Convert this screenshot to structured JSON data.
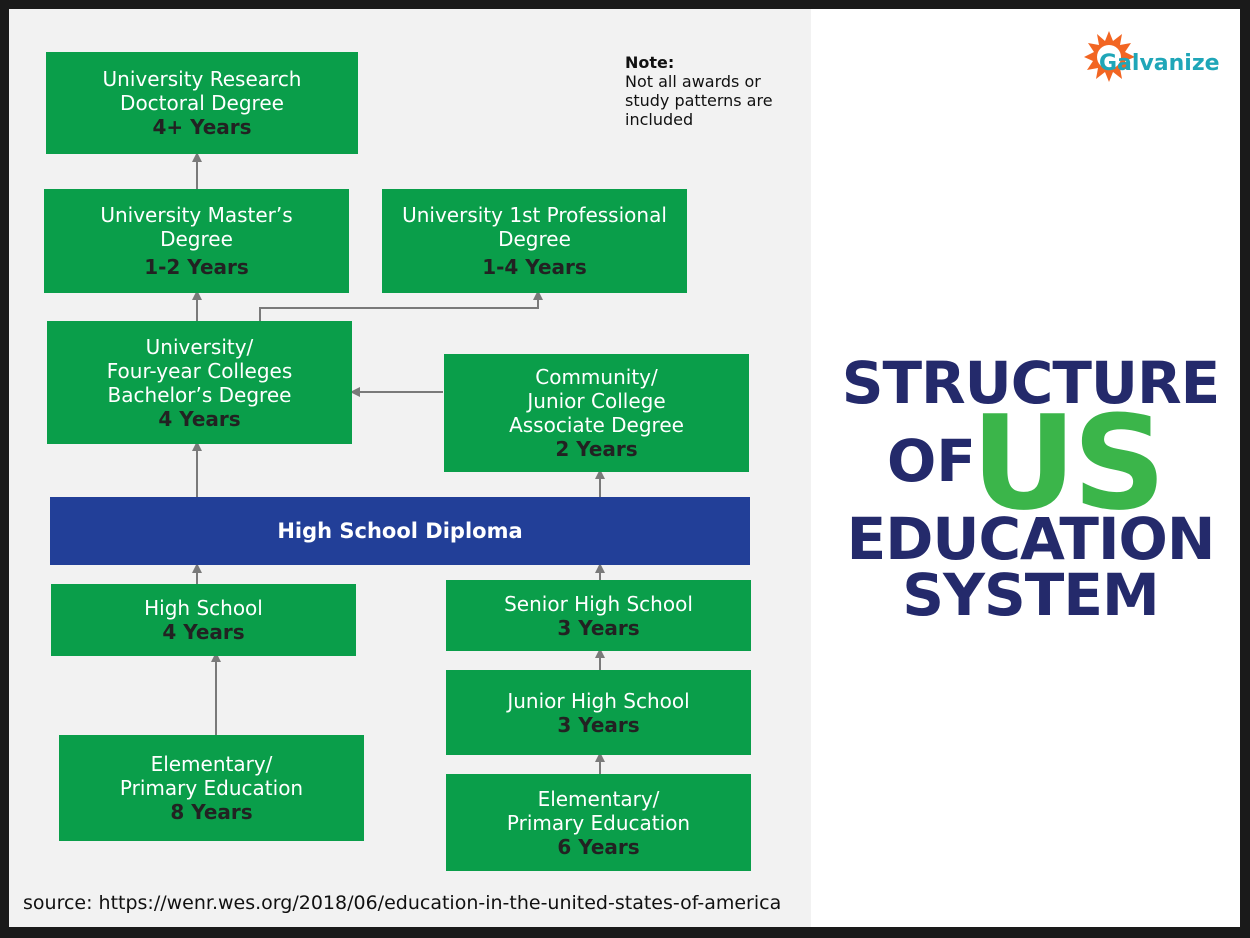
{
  "logo": {
    "text": "Galvanize"
  },
  "note": {
    "heading": "Note:",
    "lines": [
      "Not all awards or",
      "study patterns are",
      "included"
    ]
  },
  "title": {
    "line1": "STRUCTURE",
    "of": "OF",
    "us": "US",
    "line3": "EDUCATION",
    "line4": "SYSTEM"
  },
  "diploma": "High School Diploma",
  "boxes": {
    "doctoral": {
      "lines": [
        "University Research",
        "Doctoral Degree"
      ],
      "years": "4+ Years"
    },
    "masters": {
      "lines": [
        "University Master’s",
        "Degree"
      ],
      "years": "1-2 Years"
    },
    "professional": {
      "lines": [
        "University 1st Professional",
        "Degree"
      ],
      "years": "1-4 Years"
    },
    "bachelors": {
      "lines": [
        "University/",
        "Four-year Colleges",
        "Bachelor’s Degree"
      ],
      "years": "4 Years"
    },
    "community": {
      "lines": [
        "Community/",
        "Junior College",
        "Associate Degree"
      ],
      "years": "2 Years"
    },
    "high_school": {
      "lines": [
        "High School"
      ],
      "years": "4 Years"
    },
    "senior_high": {
      "lines": [
        "Senior High School"
      ],
      "years": "3 Years"
    },
    "junior_high": {
      "lines": [
        "Junior High School"
      ],
      "years": "3 Years"
    },
    "elementary_8": {
      "lines": [
        "Elementary/",
        "Primary Education"
      ],
      "years": "8 Years"
    },
    "elementary_6": {
      "lines": [
        "Elementary/",
        "Primary Education"
      ],
      "years": "6 Years"
    }
  },
  "source": "source: https://wenr.wes.org/2018/06/education-in-the-united-states-of-america",
  "colors": {
    "box_green": "#0a9e4a",
    "diploma_blue": "#223f98",
    "title_navy": "#242a6b",
    "title_green": "#3bb54a",
    "logo_teal": "#1fa6b8",
    "logo_orange": "#f26522"
  }
}
